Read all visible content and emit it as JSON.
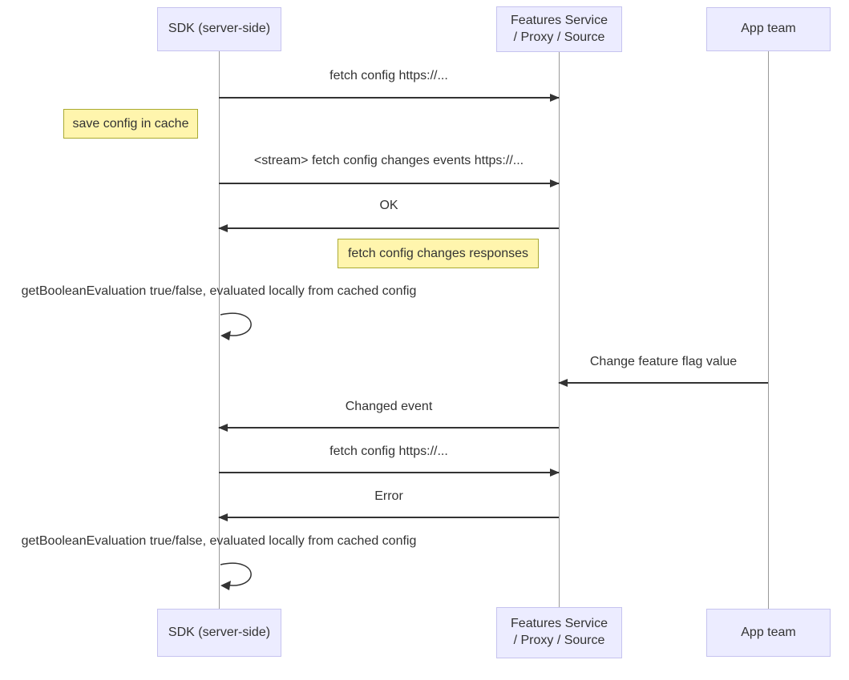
{
  "diagram": {
    "type": "sequence-diagram",
    "actors": [
      {
        "id": "sdk",
        "lines": [
          "SDK (server-side)"
        ]
      },
      {
        "id": "features",
        "lines": [
          "Features Service",
          "/ Proxy / Source"
        ]
      },
      {
        "id": "app",
        "lines": [
          "App team"
        ]
      }
    ],
    "messages": [
      {
        "label": "fetch config https://...",
        "from": "sdk",
        "to": "features",
        "type": "solid-arrow"
      },
      {
        "label": "<stream> fetch config changes events https://...",
        "from": "sdk",
        "to": "features",
        "type": "solid-arrow"
      },
      {
        "label": "OK",
        "from": "features",
        "to": "sdk",
        "type": "solid-arrow"
      },
      {
        "label": "getBooleanEvaluation true/false, evaluated locally from cached config",
        "from": "sdk",
        "to": "sdk",
        "type": "self-loop"
      },
      {
        "label": "Change feature flag value",
        "from": "app",
        "to": "features",
        "type": "solid-arrow"
      },
      {
        "label": "Changed event",
        "from": "features",
        "to": "sdk",
        "type": "solid-arrow"
      },
      {
        "label": "fetch config https://...",
        "from": "sdk",
        "to": "features",
        "type": "solid-arrow"
      },
      {
        "label": "Error",
        "from": "features",
        "to": "sdk",
        "type": "solid-arrow"
      },
      {
        "label": "getBooleanEvaluation true/false, evaluated locally from cached config",
        "from": "sdk",
        "to": "sdk",
        "type": "self-loop"
      }
    ],
    "notes": [
      {
        "label": "save config in cache",
        "position": "left-of-sdk"
      },
      {
        "label": "fetch config changes responses",
        "position": "between-sdk-and-features"
      }
    ],
    "colors": {
      "actor_fill": "#ECECFF",
      "actor_border": "#c6c3ef",
      "note_fill": "#fff5ad",
      "note_border": "#aaaa33",
      "lifeline": "#999999",
      "arrow": "#333333",
      "text": "#333333",
      "background": "#ffffff"
    }
  }
}
